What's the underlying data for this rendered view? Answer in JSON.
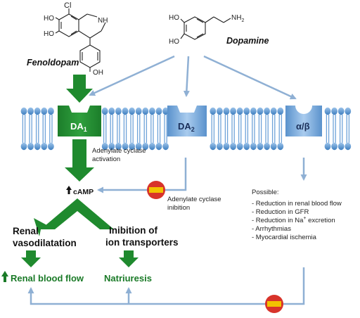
{
  "drugs": {
    "fenoldopam": "Fenoldopam",
    "dopamine": "Dopamine"
  },
  "fenoldopam_structure": {
    "cl": "Cl",
    "ho1": "HO",
    "ho2": "HO",
    "nh": "NH",
    "oh": "OH"
  },
  "dopamine_structure": {
    "ho1": "HO",
    "ho2": "HO",
    "nh2_main": "NH",
    "nh2_sub": "2"
  },
  "receptors": {
    "da1_main": "DA",
    "da1_sub": "1",
    "da2_main": "DA",
    "da2_sub": "2",
    "alpha_beta": "α/β"
  },
  "labels": {
    "adenylate_activation_1": "Adenylate cyclase",
    "adenylate_activation_2": "activation",
    "adenylate_inhibition_1": "Adenylate cyclase",
    "adenylate_inhibition_2": "inibition",
    "camp": "cAMP",
    "renal_vaso_1": "Renal",
    "renal_vaso_2": "vasodilatation",
    "inhibition_1": "Inibition of",
    "inhibition_2": "ion transporters",
    "renal_blood_flow": "Renal blood flow",
    "natriuresis": "Natriuresis"
  },
  "possible": {
    "heading": "Possible:",
    "items": [
      "- Reduction in renal blood flow",
      "- Reduction in GFR",
      "- Reduction in Na",
      "- Arrhythmias",
      "- Myocardial ischemia"
    ],
    "na_sup": "+",
    "na_tail": " excretion"
  },
  "colors": {
    "green": "#1f8a2e",
    "green_text": "#1a7a27",
    "membrane_blue": "#5b9bd5",
    "arrow_blue": "#8fb0d4",
    "stop_red": "#d8332a",
    "stop_yellow": "#f2c200"
  }
}
